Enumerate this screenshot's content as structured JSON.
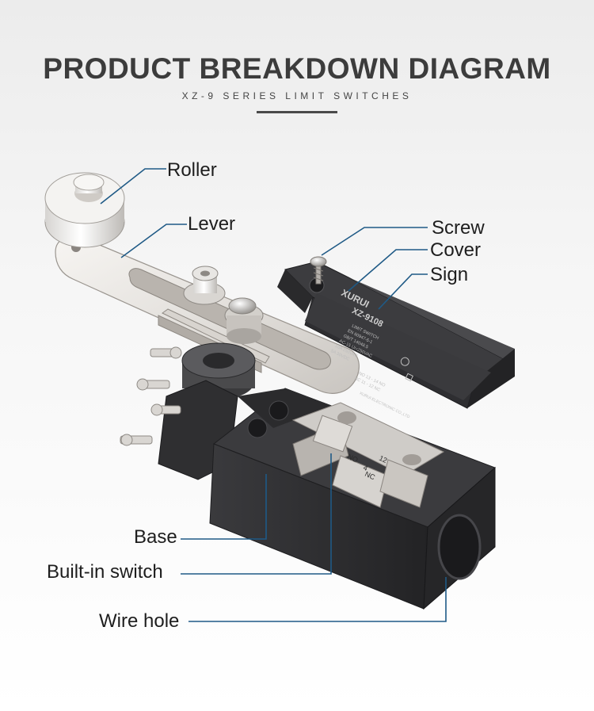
{
  "header": {
    "title": "PRODUCT BREAKDOWN DIAGRAM",
    "subtitle": "XZ-9 SERIES LIMIT SWITCHES"
  },
  "labels": {
    "roller": "Roller",
    "lever": "Lever",
    "screw": "Screw",
    "cover": "Cover",
    "sign": "Sign",
    "base": "Base",
    "builtin_switch": "Built-in switch",
    "wire_hole": "Wire hole"
  },
  "sign": {
    "brand": "XURUI",
    "model": "XZ-9108",
    "line1": "LIMIT SWITCH",
    "line2": "EN 60947-5-1",
    "line3": "GB/T 14048.5",
    "line4": "AC-15  Ui=250VAC",
    "line5": "10A 250VAC",
    "line6": "5A 30VDC",
    "line7": "NO 13 - 14 NO",
    "line8": "NC 11 - 12 NC",
    "line9": "XURUI ELECTRONIC CO.,LTD",
    "no_mark": "NO",
    "nc_mark": "NC",
    "term_a": "4",
    "term_b": "12"
  },
  "colors": {
    "leader": "#1f5a86",
    "body": "#2d2d2f",
    "metal": "#e6e3df"
  }
}
